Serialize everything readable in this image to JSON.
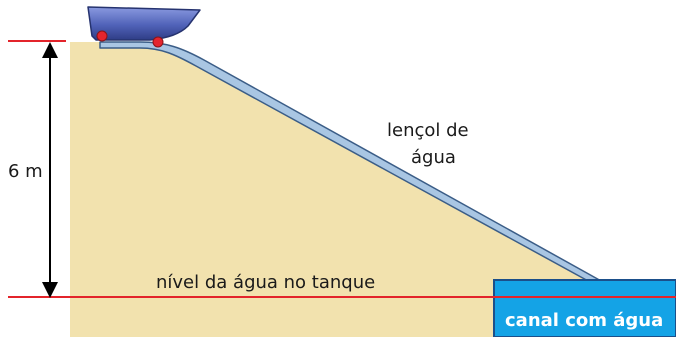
{
  "labels": {
    "height": "6 m",
    "water_sheet_line1": "lençol de",
    "water_sheet_line2": "água",
    "tank_level": "nível da água no tanque",
    "channel": "canal com água"
  },
  "colors": {
    "ground": "#f2e2ae",
    "water_sheet": "#a9c6e3",
    "water_sheet_edge": "#3b5d87",
    "reference_line": "#e3242b",
    "channel_water": "#14a3e6",
    "channel_edge": "#1b4f8a",
    "boat_body": "#5062b8",
    "boat_wheel": "#e4252e",
    "arrow": "#000000"
  },
  "icons": {
    "boat": "water-sled-icon",
    "height_arrow": "double-arrow-icon"
  }
}
